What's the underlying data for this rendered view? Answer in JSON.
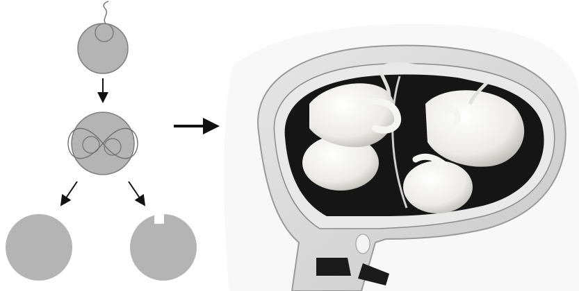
{
  "figure": {
    "process": {
      "stages": [
        "fertilized-egg",
        "dividing-embryo",
        "separated-cell-left",
        "separated-cell-right"
      ],
      "result": "twin-fetuses-in-uterus"
    },
    "colors": {
      "cell_fill": "#b4b4b4",
      "cell_stroke": "#7d7d7d",
      "arrow": "#111111",
      "uterus_wall": "#d9d9d9",
      "amniotic_dark": "#151515",
      "fetus_skin": "#f1f1ee"
    }
  }
}
